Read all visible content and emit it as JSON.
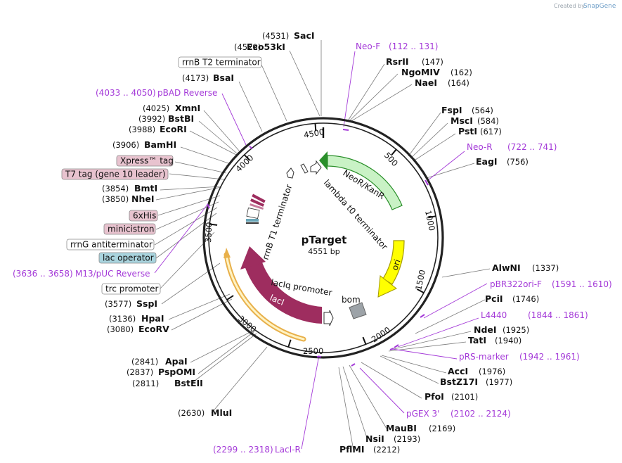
{
  "credit": {
    "prefix": "Created by",
    "brand": "SnapGene"
  },
  "plasmid": {
    "name": "pTarget",
    "size": "4551 bp"
  },
  "ticks": [
    "500",
    "1000",
    "1500",
    "2000",
    "2500",
    "3000",
    "3500",
    "4000",
    "4500"
  ],
  "enzymes_right": [
    {
      "name": "RsrII",
      "pos": "(147)"
    },
    {
      "name": "NgoMIV",
      "pos": "(162)"
    },
    {
      "name": "NaeI",
      "pos": "(164)"
    },
    {
      "name": "FspI",
      "pos": "(564)"
    },
    {
      "name": "MscI",
      "pos": "(584)"
    },
    {
      "name": "PstI",
      "pos": "(617)"
    },
    {
      "name": "EagI",
      "pos": "(756)"
    },
    {
      "name": "AlwNI",
      "pos": "(1337)"
    },
    {
      "name": "PciI",
      "pos": "(1746)"
    },
    {
      "name": "NdeI",
      "pos": "(1925)"
    },
    {
      "name": "TatI",
      "pos": "(1940)"
    },
    {
      "name": "AccI",
      "pos": "(1976)"
    },
    {
      "name": "BstZ17I",
      "pos": "(1977)"
    },
    {
      "name": "PfoI",
      "pos": "(2101)"
    },
    {
      "name": "MauBI",
      "pos": "(2169)"
    },
    {
      "name": "NsiI",
      "pos": "(2193)"
    },
    {
      "name": "PflMI",
      "pos": "(2212)"
    }
  ],
  "enzymes_left": [
    {
      "name": "SacI",
      "pos": "(4531)"
    },
    {
      "name": "Eco53kI",
      "pos": "(4529)"
    },
    {
      "name": "BsaI",
      "pos": "(4173)"
    },
    {
      "name": "XmnI",
      "pos": "(4025)"
    },
    {
      "name": "BstBI",
      "pos": "(3992)"
    },
    {
      "name": "EcoRI",
      "pos": "(3988)"
    },
    {
      "name": "BamHI",
      "pos": "(3906)"
    },
    {
      "name": "BmtI",
      "pos": "(3854)"
    },
    {
      "name": "NheI",
      "pos": "(3850)"
    },
    {
      "name": "SspI",
      "pos": "(3577)"
    },
    {
      "name": "HpaI",
      "pos": "(3136)"
    },
    {
      "name": "EcoRV",
      "pos": "(3080)"
    },
    {
      "name": "ApaI",
      "pos": "(2841)"
    },
    {
      "name": "PspOMI",
      "pos": "(2837)"
    },
    {
      "name": "BstEII",
      "pos": "(2811)"
    },
    {
      "name": "MluI",
      "pos": "(2630)"
    }
  ],
  "primers": [
    {
      "name": "Neo-F",
      "range": "(112 .. 131)"
    },
    {
      "name": "Neo-R",
      "range": "(722 .. 741)"
    },
    {
      "name": "pBR322ori-F",
      "range": "(1591 .. 1610)"
    },
    {
      "name": "L4440",
      "range": "(1844 .. 1861)"
    },
    {
      "name": "pRS-marker",
      "range": "(1942 .. 1961)"
    },
    {
      "name": "pGEX 3'",
      "range": "(2102 .. 2124)"
    },
    {
      "name": "LacI-R",
      "range": "(2299 .. 2318)"
    },
    {
      "name": "M13/pUC Reverse",
      "range": "(3636 .. 3658)"
    },
    {
      "name": "pBAD Reverse",
      "range": "(4033 .. 4050)"
    }
  ],
  "boxed_features": [
    {
      "label": "rrnB T2 terminator",
      "color": "#ffffff"
    },
    {
      "label": "Xpress™ tag",
      "color": "#e8c3cf"
    },
    {
      "label": "T7 tag (gene 10 leader)",
      "color": "#e8c3cf"
    },
    {
      "label": "6xHis",
      "color": "#e8c3cf"
    },
    {
      "label": "minicistron",
      "color": "#e8c3cf"
    },
    {
      "label": "rrnG antiterminator",
      "color": "#ffffff"
    },
    {
      "label": "lac operator",
      "color": "#a9d4de"
    },
    {
      "label": "trc promoter",
      "color": "#ffffff"
    }
  ],
  "inner_features": {
    "neo": "NeoR/KanR",
    "lambda": "lambda t0 terminator",
    "ori": "ori",
    "bom": "bom",
    "laci": "lacI",
    "laciq": "lacIq promoter",
    "rrnb_t1": "rrnB T1 terminator"
  },
  "colors": {
    "neo_fill": "#c9f2c5",
    "neo_stroke": "#2a8f2a",
    "ori_fill": "#ffff00",
    "ori_stroke": "#a59b00",
    "laci_fill": "#9e2d5f",
    "primer": "#a43ad8"
  }
}
